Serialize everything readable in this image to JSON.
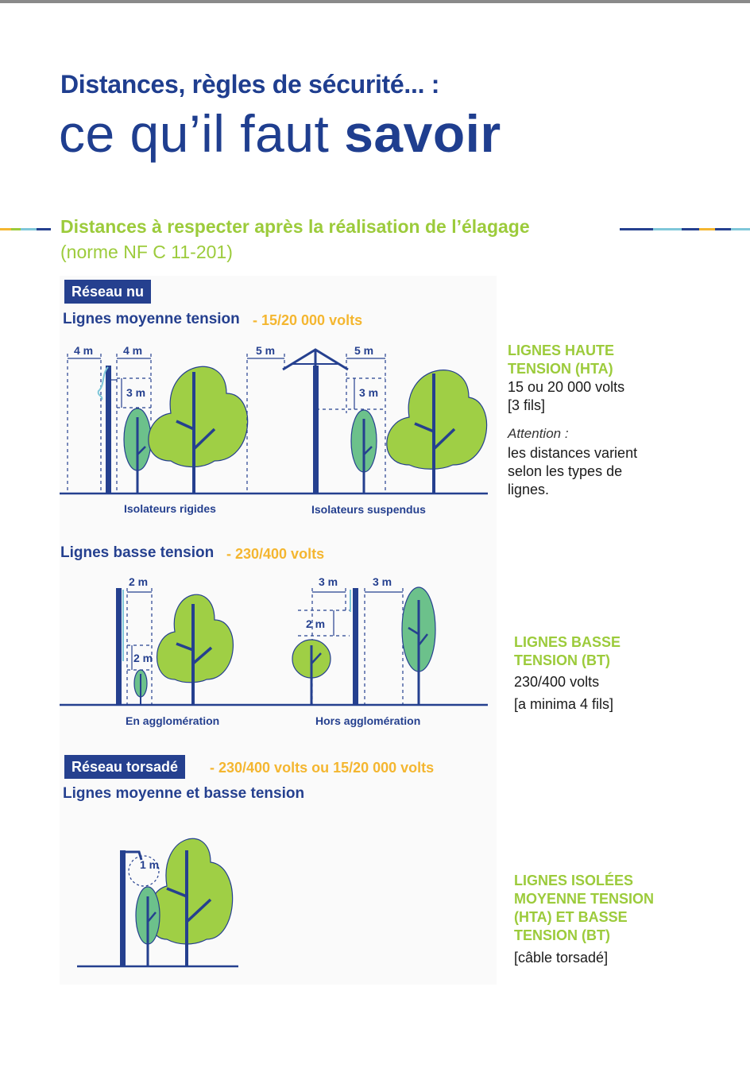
{
  "header": {
    "line1": "Distances, règles de sécurité... :",
    "line2_regular": "ce qu’il faut ",
    "line2_bold": "savoir"
  },
  "subtitle": {
    "line1": "Distances à respecter après la réalisation de l’élagage",
    "line2": "(norme NF C 11-201)"
  },
  "colors": {
    "blue": "#25408f",
    "green": "#9ccb3b",
    "yellow": "#f4b630",
    "tree_light": "#9fcf45",
    "tree_medium": "#6cc18b"
  },
  "reseau_nu": {
    "badge": "Réseau nu",
    "mt_title": "Lignes moyenne tension",
    "mt_volts": "- 15/20 000 volts",
    "mt_left_caption": "Isolateurs rigides",
    "mt_right_caption": "Isolateurs suspendus",
    "bt_title": "Lignes basse tension",
    "bt_volts": "- 230/400 volts",
    "bt_left_caption": "En agglomération",
    "bt_right_caption": "Hors agglomération"
  },
  "reseau_torsade": {
    "badge": "Réseau torsadé",
    "volts": "- 230/400 volts ou 15/20 000 volts",
    "title": "Lignes moyenne et basse tension"
  },
  "dimensions": {
    "mt1_a": "4 m",
    "mt1_b": "4 m",
    "mt1_v": "3 m",
    "mt2_a": "5 m",
    "mt2_b": "5 m",
    "mt2_v": "3 m",
    "bt1_h": "2 m",
    "bt1_v": "2 m",
    "bt2_a": "3 m",
    "bt2_b": "3 m",
    "bt2_v": "2 m",
    "tor": "1 m"
  },
  "side_hta": {
    "title_1": "LIGNES HAUTE",
    "title_2": "TENSION (HTA)",
    "text_1": "15 ou 20 000 volts",
    "text_2": "[3 fils]",
    "attention": "Attention :",
    "note_1": "les distances varient",
    "note_2": "selon les types de",
    "note_3": "lignes."
  },
  "side_bt": {
    "title_1": "LIGNES BASSE",
    "title_2": "TENSION (BT)",
    "text_1": "230/400 volts",
    "text_2": "[a minima 4 fils]"
  },
  "side_iso": {
    "title_1": "LIGNES ISOLÉES",
    "title_2": "MOYENNE TENSION",
    "title_3": "(HTA) ET BASSE",
    "title_4": "TENSION (BT)",
    "text_1": "[câble torsadé]"
  }
}
